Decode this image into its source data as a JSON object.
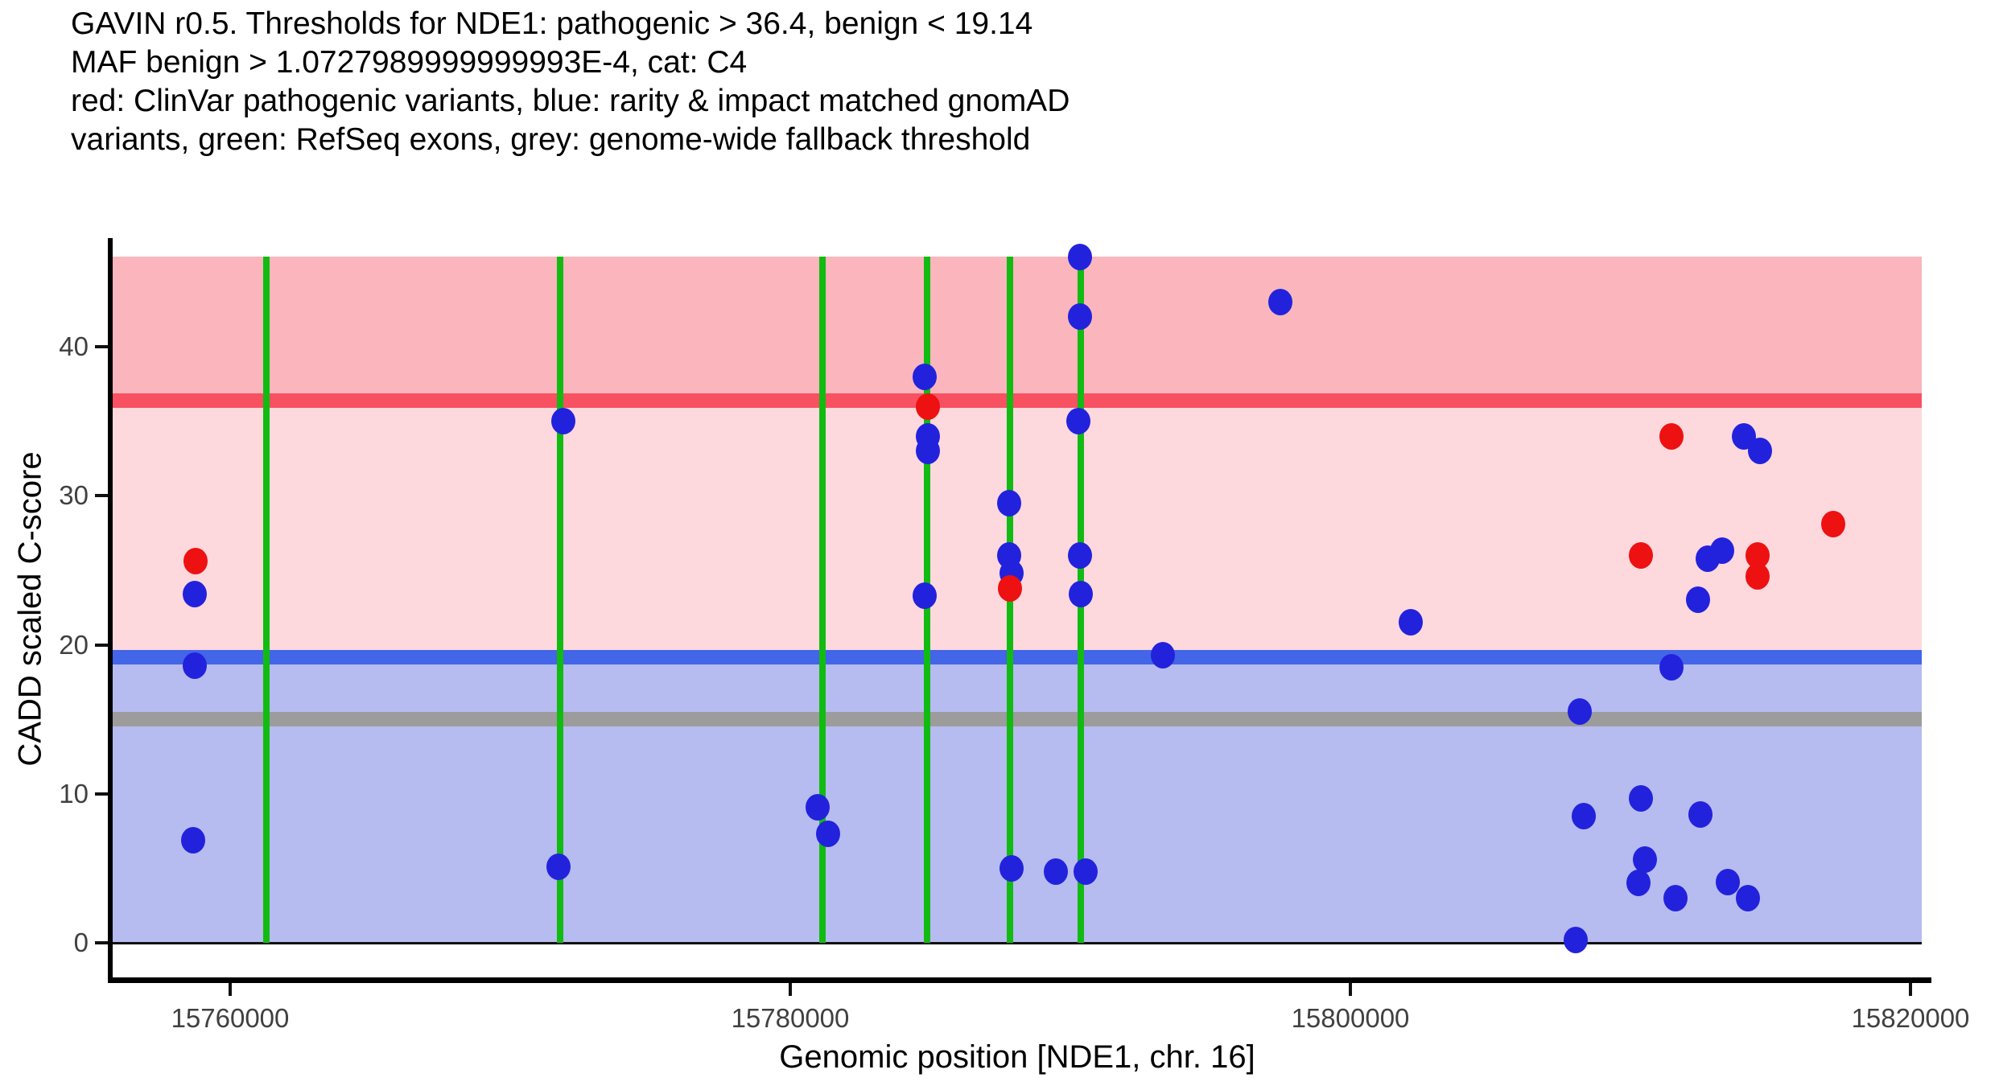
{
  "chart_data": {
    "type": "scatter",
    "title_lines": [
      "GAVIN r0.5. Thresholds for NDE1: pathogenic > 36.4, benign < 19.14",
      "MAF benign > 1.0727989999999993E-4, cat: C4",
      "red: ClinVar pathogenic variants, blue: rarity & impact matched gnomAD",
      "variants, green: RefSeq exons, grey: genome-wide fallback threshold"
    ],
    "xlabel": "Genomic position [NDE1, chr. 16]",
    "ylabel": "CADD scaled C-score",
    "gene": "NDE1",
    "chromosome": "16",
    "category": "C4",
    "thresholds": {
      "pathogenic_gt": 36.4,
      "benign_lt": 19.14,
      "maf_benign_gt": "1.0727989999999993E-4",
      "genome_wide_fallback": 15
    },
    "x_domain": [
      15755805,
      15820402
    ],
    "y_domain": [
      -2.32,
      47.18
    ],
    "band_top_value": 46.06,
    "x_axis": {
      "ticks": [
        {
          "value": 15760000,
          "label": "15760000"
        },
        {
          "value": 15780000,
          "label": "15780000"
        },
        {
          "value": 15800000,
          "label": "15800000"
        },
        {
          "value": 15820000,
          "label": "15820000"
        }
      ]
    },
    "y_axis": {
      "ticks": [
        {
          "value": 0,
          "label": "0"
        },
        {
          "value": 10,
          "label": "10"
        },
        {
          "value": 20,
          "label": "20"
        },
        {
          "value": 30,
          "label": "30"
        },
        {
          "value": 40,
          "label": "40"
        }
      ]
    },
    "bands": [
      {
        "name": "pathogenic-zone",
        "from": 36.4,
        "to": 46.06,
        "color": "#fbb5bc"
      },
      {
        "name": "vus-zone",
        "from": 19.14,
        "to": 36.4,
        "color": "#fdd8dd"
      },
      {
        "name": "benign-zone",
        "from": 0,
        "to": 19.14,
        "color": "#b6bbf0"
      }
    ],
    "threshold_lines": [
      {
        "name": "pathogenic-threshold-line",
        "value": 36.4,
        "color": "#f85162",
        "thickness": 18
      },
      {
        "name": "benign-threshold-line",
        "value": 19.14,
        "color": "#4365e8",
        "thickness": 18
      },
      {
        "name": "fallback-threshold-line",
        "value": 15,
        "color": "#9c9c9c",
        "thickness": 18
      },
      {
        "name": "zero-line",
        "value": 0,
        "color": "#111111",
        "thickness": 3
      }
    ],
    "exon_color": "#12bb12",
    "exon_line_width": 8,
    "exons": [
      15761290,
      15771780,
      15781150,
      15784890,
      15787850,
      15790370
    ],
    "point_size": {
      "w": 30,
      "h": 33
    },
    "series": [
      {
        "name": "rarity & impact matched gnomAD variants",
        "color": "#2222dd",
        "points": [
          [
            15758740,
            23.4
          ],
          [
            15758740,
            18.6
          ],
          [
            15758670,
            6.9
          ],
          [
            15771890,
            35.0
          ],
          [
            15771720,
            5.1
          ],
          [
            15780980,
            9.1
          ],
          [
            15781350,
            7.3
          ],
          [
            15784810,
            38.0
          ],
          [
            15784900,
            34.0
          ],
          [
            15784900,
            33.0
          ],
          [
            15784810,
            23.3
          ],
          [
            15787820,
            29.5
          ],
          [
            15787820,
            26.0
          ],
          [
            15787890,
            24.8
          ],
          [
            15787900,
            5.0
          ],
          [
            15789480,
            4.8
          ],
          [
            15790350,
            46.0
          ],
          [
            15790350,
            42.0
          ],
          [
            15790290,
            35.0
          ],
          [
            15790350,
            26.0
          ],
          [
            15790380,
            23.4
          ],
          [
            15790560,
            4.8
          ],
          [
            15793300,
            19.3
          ],
          [
            15797500,
            43.0
          ],
          [
            15802160,
            21.5
          ],
          [
            15808190,
            15.5
          ],
          [
            15808330,
            8.5
          ],
          [
            15808050,
            0.2
          ],
          [
            15810370,
            9.7
          ],
          [
            15810520,
            5.6
          ],
          [
            15810290,
            4.0
          ],
          [
            15811470,
            18.5
          ],
          [
            15811610,
            3.0
          ],
          [
            15812400,
            23.0
          ],
          [
            15812750,
            25.8
          ],
          [
            15812490,
            8.6
          ],
          [
            15813290,
            26.3
          ],
          [
            15813470,
            4.1
          ],
          [
            15814050,
            34.0
          ],
          [
            15814200,
            3.0
          ],
          [
            15814630,
            33.0
          ]
        ]
      },
      {
        "name": "ClinVar pathogenic variants",
        "color": "#ee1111",
        "points": [
          [
            15758760,
            25.6
          ],
          [
            15784900,
            36.0
          ],
          [
            15787840,
            23.8
          ],
          [
            15810370,
            26.0
          ],
          [
            15811470,
            34.0
          ],
          [
            15814550,
            26.0
          ],
          [
            15814550,
            24.6
          ],
          [
            15817250,
            28.1
          ]
        ]
      }
    ]
  }
}
